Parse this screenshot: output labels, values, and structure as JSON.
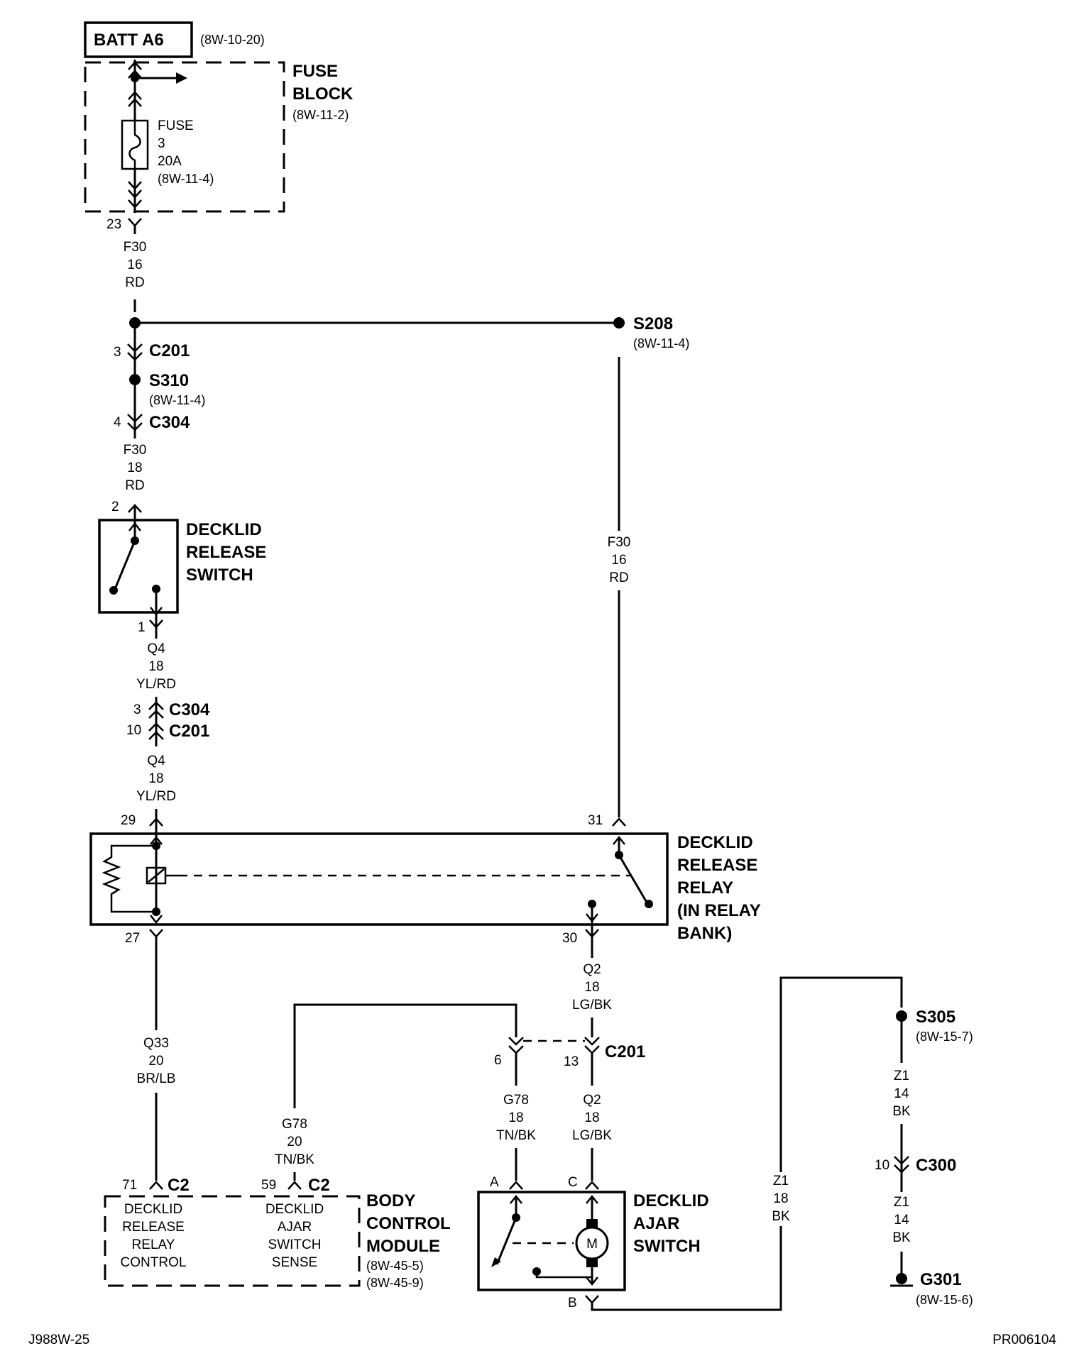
{
  "batt": {
    "label": "BATT A6",
    "ref": "(8W-10-20)"
  },
  "fuse_block": {
    "line1": "FUSE",
    "line2": "BLOCK",
    "ref": "(8W-11-2)"
  },
  "fuse": {
    "line1": "FUSE",
    "line2": "3",
    "line3": "20A",
    "ref": "(8W-11-4)"
  },
  "pins": {
    "p23": "23",
    "p3_c201": "3",
    "p4_c304": "4",
    "p2": "2",
    "p1": "1",
    "p3_c304": "3",
    "p10_c201": "10",
    "p29": "29",
    "p31": "31",
    "p27": "27",
    "p30": "30",
    "p6": "6",
    "p13": "13",
    "p71": "71",
    "p59": "59",
    "pA": "A",
    "pC": "C",
    "pB": "B",
    "p10_c300": "10"
  },
  "wires": {
    "f30_top": [
      "F30",
      "16",
      "RD"
    ],
    "f30_mid": [
      "F30",
      "18",
      "RD"
    ],
    "f30_right": [
      "F30",
      "16",
      "RD"
    ],
    "q4_a": [
      "Q4",
      "18",
      "YL/RD"
    ],
    "q4_b": [
      "Q4",
      "18",
      "YL/RD"
    ],
    "q2_a": [
      "Q2",
      "18",
      "LG/BK"
    ],
    "q2_b": [
      "Q2",
      "18",
      "LG/BK"
    ],
    "q33": [
      "Q33",
      "20",
      "BR/LB"
    ],
    "g78_a": [
      "G78",
      "20",
      "TN/BK"
    ],
    "g78_b": [
      "G78",
      "18",
      "TN/BK"
    ],
    "z1_a": [
      "Z1",
      "18",
      "BK"
    ],
    "z1_b": [
      "Z1",
      "14",
      "BK"
    ],
    "z1_c": [
      "Z1",
      "14",
      "BK"
    ]
  },
  "connectors": {
    "c201_a": "C201",
    "c304_a": "C304",
    "c304_b": "C304",
    "c201_b": "C201",
    "c201_c": "C201",
    "c2_a": "C2",
    "c2_b": "C2",
    "c300": "C300"
  },
  "splices": {
    "s208": "S208",
    "s208_ref": "(8W-11-4)",
    "s310": "S310",
    "s310_ref": "(8W-11-4)",
    "s305": "S305",
    "s305_ref": "(8W-15-7)"
  },
  "ground": {
    "label": "G301",
    "ref": "(8W-15-6)"
  },
  "release_switch": {
    "line1": "DECKLID",
    "line2": "RELEASE",
    "line3": "SWITCH"
  },
  "relay": {
    "line1": "DECKLID",
    "line2": "RELEASE",
    "line3": "RELAY",
    "line4": "(IN RELAY",
    "line5": "BANK)"
  },
  "bcm": {
    "line1": "BODY",
    "line2": "CONTROL",
    "line3": "MODULE",
    "ref1": "(8W-45-5)",
    "ref2": "(8W-45-9)",
    "func1": [
      "DECKLID",
      "RELEASE",
      "RELAY",
      "CONTROL"
    ],
    "func2": [
      "DECKLID",
      "AJAR",
      "SWITCH",
      "SENSE"
    ]
  },
  "ajar_switch": {
    "line1": "DECKLID",
    "line2": "AJAR",
    "line3": "SWITCH",
    "motor": "M"
  },
  "footer": {
    "left": "J988W-25",
    "right": "PR006104"
  }
}
